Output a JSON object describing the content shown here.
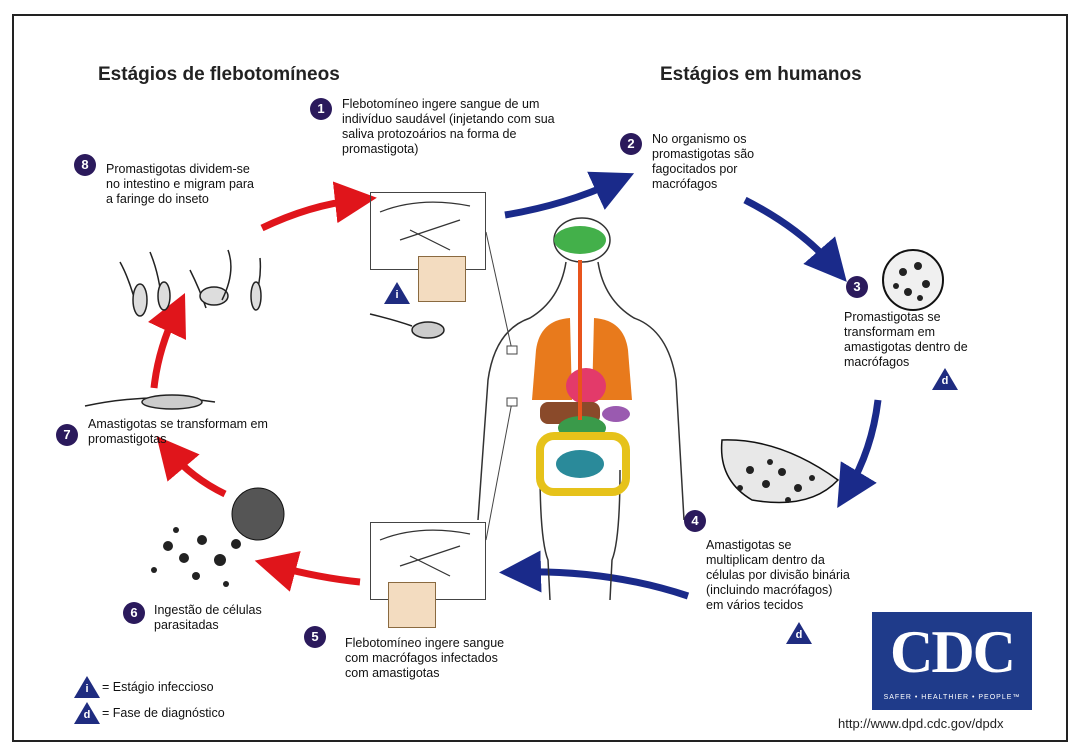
{
  "headings": {
    "left": "Estágios de flebotomíneos",
    "right": "Estágios em humanos"
  },
  "steps": [
    {
      "num": "1",
      "text": "Flebotomíneo ingere sangue de um indivíduo saudável (injetando com sua saliva protozoários na forma de promastigota)"
    },
    {
      "num": "2",
      "text": "No organismo os promastigotas são fagocitados por macrófagos"
    },
    {
      "num": "3",
      "text": "Promastigotas se transformam em amastigotas dentro de macrófagos"
    },
    {
      "num": "4",
      "text": "Amastigotas se multiplicam dentro da células por divisão binária (incluindo macrófagos) em vários tecidos"
    },
    {
      "num": "5",
      "text": "Flebotomíneo ingere sangue com macrófagos infectados com amastigotas"
    },
    {
      "num": "6",
      "text": "Ingestão de células parasitadas"
    },
    {
      "num": "7",
      "text": "Amastigotas se transformam em promastigotas"
    },
    {
      "num": "8",
      "text": "Promastigotas dividem-se no intestino e migram para a faringe do inseto"
    }
  ],
  "legend": {
    "infective": {
      "letter": "i",
      "text": "= Estágio infeccioso"
    },
    "diagnostic": {
      "letter": "d",
      "text": "= Fase de diagnóstico"
    }
  },
  "cdc": {
    "logo": "CDC",
    "tagline": "SAFER • HEALTHIER • PEOPLE™",
    "url": "http://www.dpd.cdc.gov/dpdx"
  },
  "colors": {
    "badge": "#2b1a5c",
    "human_arrow": "#1a2a8a",
    "vector_arrow": "#e0151b",
    "cdc_blue": "#1f3b8a"
  }
}
